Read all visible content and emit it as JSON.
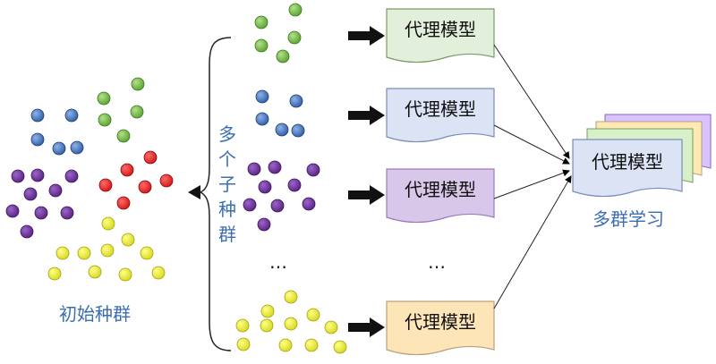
{
  "labels": {
    "initial_population": "初始种群",
    "subpopulations_vertical": [
      "多",
      "个",
      "子",
      "种",
      "群"
    ],
    "ellipsis": "…",
    "surrogate_model": "代理模型",
    "multi_population_learning": "多群学习"
  },
  "colors": {
    "green": "#6db33f",
    "blue": "#3f73b8",
    "purple": "#6e2f9a",
    "red": "#e81e1e",
    "yellow": "#e8e82a",
    "text_blue": "#3b6db3",
    "card_green": "#e2efda",
    "card_blue": "#dbe3f5",
    "card_purple": "#d9c7ea",
    "card_orange": "#fde5b8",
    "stack_purple": "#d8c2ff",
    "stack_orange": "#ffe9b3",
    "stack_green": "#d7f0c8"
  },
  "icons": {
    "arrow": "thick-right-arrow",
    "brace": "left-curly-brace"
  }
}
